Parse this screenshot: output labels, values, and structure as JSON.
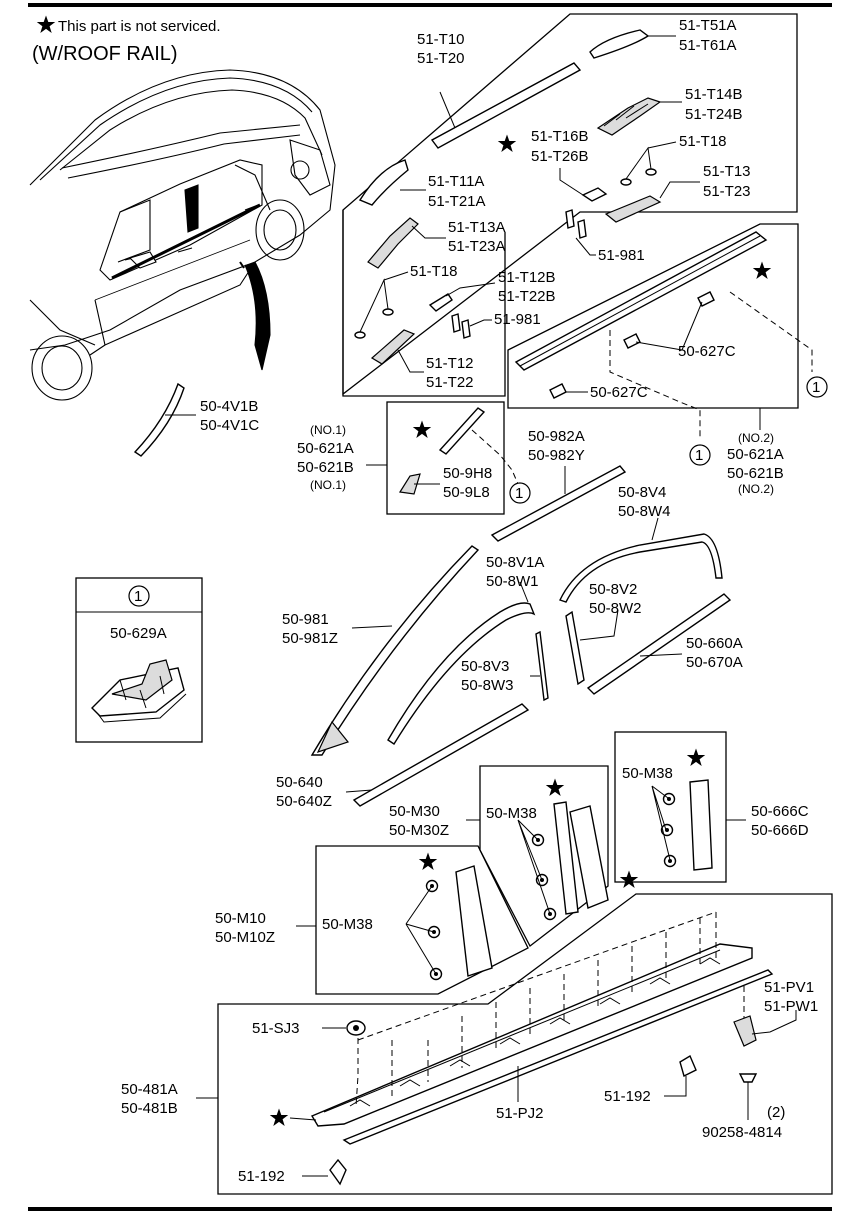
{
  "header": {
    "note": "This part is not serviced.",
    "variant": "(W/ROOF RAIL)"
  },
  "callout_symbol": "1",
  "labels": {
    "t10": "51-T10",
    "t20": "51-T20",
    "t51a": "51-T51A",
    "t61a": "51-T61A",
    "t14b": "51-T14B",
    "t24b": "51-T24B",
    "t16b": "51-T16B",
    "t26b": "51-T26B",
    "t18a": "51-T18",
    "t13": "51-T13",
    "t23": "51-T23",
    "t11a": "51-T11A",
    "t21a": "51-T21A",
    "t13a": "51-T13A",
    "t23a": "51-T23A",
    "r981a": "51-981",
    "t18b": "51-T18",
    "t12b": "51-T12B",
    "t22b": "51-T22B",
    "r981b": "51-981",
    "t12": "51-T12",
    "t22": "51-T22",
    "c627a": "50-627C",
    "c627b": "50-627C",
    "v4v1b": "50-4V1B",
    "v4v1c": "50-4V1C",
    "no1a": "(NO.1)",
    "m621a_1": "50-621A",
    "m621b_1": "50-621B",
    "no1b": "(NO.1)",
    "h8": "50-9H8",
    "l8": "50-9L8",
    "m982a": "50-982A",
    "m982y": "50-982Y",
    "no2a": "(NO.2)",
    "m621a_2": "50-621A",
    "m621b_2": "50-621B",
    "no2b": "(NO.2)",
    "v4": "50-8V4",
    "w4": "50-8W4",
    "v1a": "50-8V1A",
    "w1": "50-8W1",
    "v2": "50-8V2",
    "w2": "50-8W2",
    "m981": "50-981",
    "m981z": "50-981Z",
    "m660a": "50-660A",
    "m670a": "50-670A",
    "v3": "50-8V3",
    "w3": "50-8W3",
    "m629a": "50-629A",
    "m38a": "50-M38",
    "m666c": "50-666C",
    "m666d": "50-666D",
    "m640": "50-640",
    "m640z": "50-640Z",
    "m30": "50-M30",
    "m30z": "50-M30Z",
    "m38b": "50-M38",
    "m10": "50-M10",
    "m10z": "50-M10Z",
    "m38c": "50-M38",
    "pv1": "51-PV1",
    "pw1": "51-PW1",
    "sj3": "51-SJ3",
    "m481a": "50-481A",
    "m481b": "50-481B",
    "pj2": "51-PJ2",
    "r192a": "51-192",
    "qty2": "(2)",
    "r90258": "90258-4814",
    "r192b": "51-192"
  }
}
